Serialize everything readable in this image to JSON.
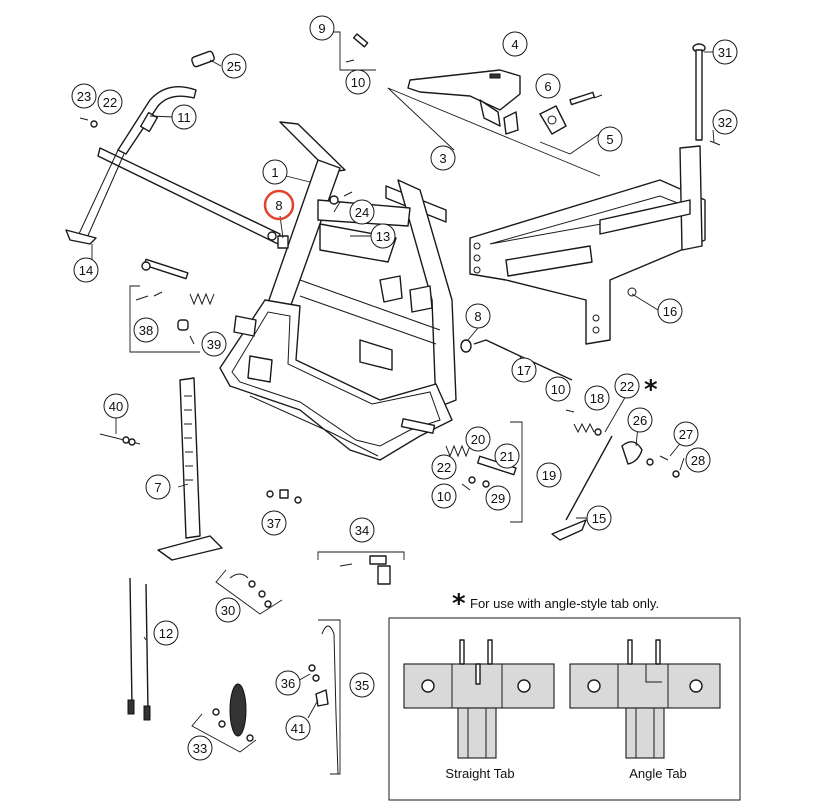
{
  "highlight_color": "#e0442c",
  "callouts": [
    {
      "id": "c1",
      "label": "1"
    },
    {
      "id": "c3",
      "label": "3"
    },
    {
      "id": "c4",
      "label": "4"
    },
    {
      "id": "c5",
      "label": "5"
    },
    {
      "id": "c6",
      "label": "6"
    },
    {
      "id": "c7",
      "label": "7"
    },
    {
      "id": "c8a",
      "label": "8",
      "highlighted": true
    },
    {
      "id": "c8b",
      "label": "8"
    },
    {
      "id": "c9",
      "label": "9"
    },
    {
      "id": "c10a",
      "label": "10"
    },
    {
      "id": "c10b",
      "label": "10"
    },
    {
      "id": "c10c",
      "label": "10"
    },
    {
      "id": "c11",
      "label": "11"
    },
    {
      "id": "c12",
      "label": "12"
    },
    {
      "id": "c13",
      "label": "13"
    },
    {
      "id": "c14",
      "label": "14"
    },
    {
      "id": "c15",
      "label": "15"
    },
    {
      "id": "c16",
      "label": "16"
    },
    {
      "id": "c17",
      "label": "17"
    },
    {
      "id": "c18",
      "label": "18"
    },
    {
      "id": "c19",
      "label": "19"
    },
    {
      "id": "c20",
      "label": "20"
    },
    {
      "id": "c21",
      "label": "21"
    },
    {
      "id": "c22a",
      "label": "22"
    },
    {
      "id": "c22b",
      "label": "22"
    },
    {
      "id": "c22c",
      "label": "22"
    },
    {
      "id": "c23",
      "label": "23"
    },
    {
      "id": "c24",
      "label": "24"
    },
    {
      "id": "c25",
      "label": "25"
    },
    {
      "id": "c26",
      "label": "26"
    },
    {
      "id": "c27",
      "label": "27"
    },
    {
      "id": "c28",
      "label": "28"
    },
    {
      "id": "c29",
      "label": "29"
    },
    {
      "id": "c30",
      "label": "30"
    },
    {
      "id": "c31",
      "label": "31"
    },
    {
      "id": "c32",
      "label": "32"
    },
    {
      "id": "c33",
      "label": "33"
    },
    {
      "id": "c34",
      "label": "34"
    },
    {
      "id": "c35",
      "label": "35"
    },
    {
      "id": "c36",
      "label": "36"
    },
    {
      "id": "c37",
      "label": "37"
    },
    {
      "id": "c38",
      "label": "38"
    },
    {
      "id": "c39",
      "label": "39"
    },
    {
      "id": "c40",
      "label": "40"
    },
    {
      "id": "c41",
      "label": "41"
    }
  ],
  "note": {
    "symbol": "*",
    "text": "For use with angle-style tab only."
  },
  "inset": {
    "left_caption": "Straight Tab",
    "right_caption": "Angle Tab"
  },
  "star_marker": "*"
}
